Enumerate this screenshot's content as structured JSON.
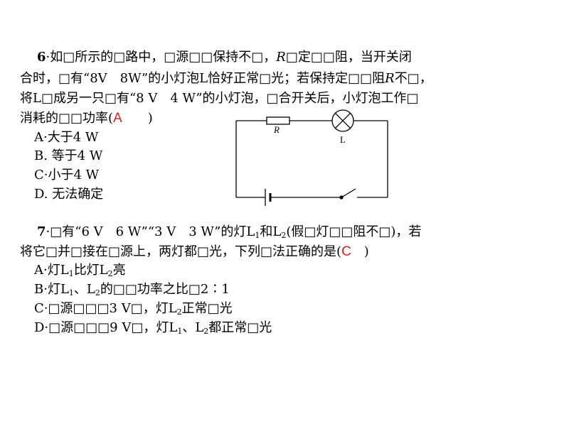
{
  "q6": {
    "number": "6",
    "line1": "·如□所示的□路中，□源□□保持不□，",
    "line1_R": "R",
    "line1_tail": "□定□□阻，当开关闭",
    "line2": "合时，□有“8V　8W”的小灯泡L恰好正常□光；若保持定□□阻",
    "line2_R": "R",
    "line2_tail": "不□，",
    "line3": "将L□成另一只□有“8 V　4 W”的小灯泡，□合开关后，小灯泡工作□",
    "line4_pre": "消耗的□□功率(",
    "answer": "A",
    "line4_post": "　　)",
    "options": [
      "A·大于4 W",
      "B.  等于4 W",
      "C·小于4 W",
      "D.  无法确定"
    ],
    "circuit": {
      "resistor_label": "R",
      "lamp_label": "L"
    }
  },
  "q7": {
    "number": "7",
    "line1_a": "·□有“6 V　6 W”“3 V　3 W”的灯L",
    "sub1": "1",
    "line1_b": "和L",
    "sub2": "2",
    "line1_c": "(假□灯□□阻不□)，若",
    "line2_pre": "将它□并□接在□源上，两灯都□光，下列□法正确的是(",
    "answer": "C",
    "line2_post": "　)",
    "optA": {
      "a": "A·灯L",
      "s1": "1",
      "b": "比灯L",
      "s2": "2",
      "c": "亮"
    },
    "optB": {
      "a": "B·灯L",
      "s1": "1",
      "b": "、L",
      "s2": "2",
      "c": "的□□功率之比□2∶1"
    },
    "optC": {
      "a": "C·□源□□□3 V□，灯L",
      "s1": "2",
      "b": "正常□光"
    },
    "optD": {
      "a": "D·□源□□□9 V□，灯L",
      "s1": "1",
      "b": "、L",
      "s2": "2",
      "c": "都正常□光"
    }
  }
}
